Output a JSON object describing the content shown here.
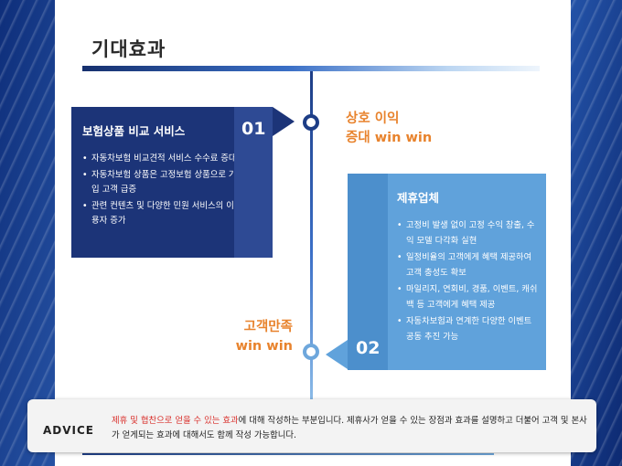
{
  "slide": {
    "title": "기대효과",
    "item1": {
      "number": "01",
      "heading": "보험상품 비교 서비스",
      "bullets": [
        "자동차보험 비교견적 서비스 수수료 증대",
        "자동차보험 상품은 고정보험 상품으로 가입 고객 급증",
        "관련 컨텐츠 및 다양한 민원 서비스의 이용자 증가"
      ],
      "benefit_line1": "상호 이익",
      "benefit_line2": "증대 win win"
    },
    "item2": {
      "number": "02",
      "heading": "제휴업체",
      "bullets": [
        "고정비 발생 없이 고정 수익 창출, 수익 모델 다각화 실현",
        "일정비율의 고객에게 혜택 제공하여 고객 충성도 확보",
        "마일리지, 연회비, 경품, 이벤트, 캐쉬백 등 고객에게 혜택 제공",
        "자동차보험과 연계한 다양한 이벤트 공동 추진 가능"
      ],
      "benefit_line1": "고객만족",
      "benefit_line2": "win win"
    }
  },
  "advice": {
    "label": "ADVICE",
    "highlight": "제휴 및 협찬으로 얻을 수 있는 효과",
    "text": "에 대해 작성하는 부분입니다. 제휴사가 얻을 수 있는 장점과 효과를 설명하고 더불어 고객 및 본사가 얻게되는 효과에 대해서도 함께 작성 가능합니다."
  },
  "colors": {
    "dark_blue": "#1c3478",
    "light_blue": "#60a2db",
    "accent_orange": "#e8832d",
    "advice_highlight": "#d9302c"
  }
}
